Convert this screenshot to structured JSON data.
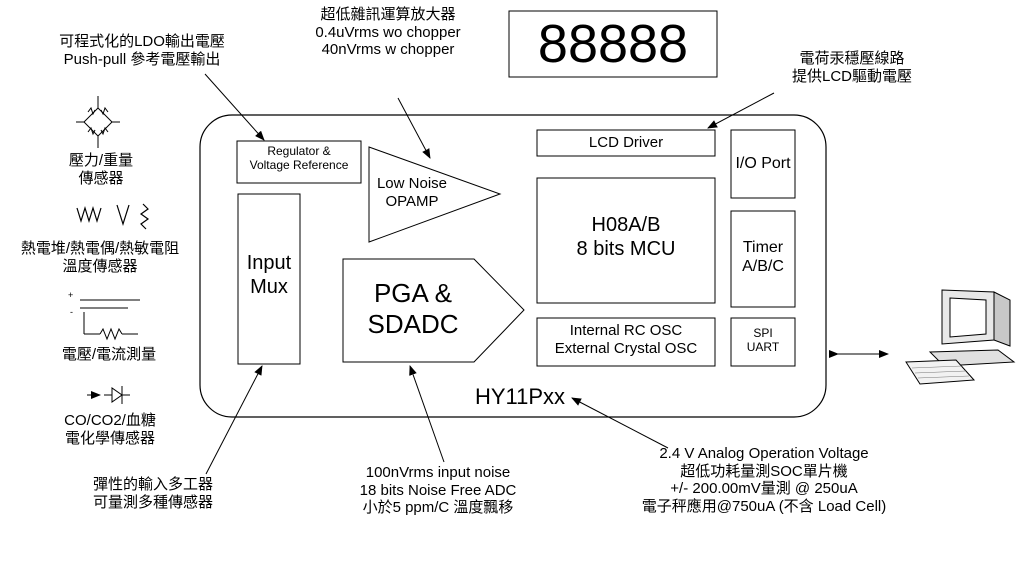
{
  "display": "88888",
  "chip": {
    "name": "HY11Pxx",
    "blocks": {
      "regulator": [
        "Regulator &",
        "Voltage Reference"
      ],
      "opamp": [
        "Low Noise",
        "OPAMP"
      ],
      "input_mux": [
        "Input",
        "Mux"
      ],
      "pga": [
        "PGA &",
        "SDADC"
      ],
      "lcd_driver": "LCD Driver",
      "mcu": [
        "H08A/B",
        "8 bits MCU"
      ],
      "osc": [
        "Internal RC OSC",
        "External Crystal OSC"
      ],
      "io_port": "I/O Port",
      "timer": [
        "Timer",
        "A/B/C"
      ],
      "spi": [
        "SPI",
        "UART"
      ]
    }
  },
  "annotations": {
    "ldo": [
      "可程式化的LDO輸出電壓",
      "Push-pull 參考電壓輸出"
    ],
    "opamp": [
      "超低雜訊運算放大器",
      "0.4uVrms wo chopper",
      "40nVrms w chopper"
    ],
    "charge_pump": [
      "電荷汞穩壓線路",
      "提供LCD驅動電壓"
    ],
    "mux": [
      "彈性的輸入多工器",
      "可量測多種傳感器"
    ],
    "adc": [
      "100nVrms input noise",
      "18 bits Noise Free ADC",
      "小於5 ppm/C 溫度飄移"
    ],
    "soc": [
      "2.4 V Analog Operation Voltage",
      "超低功耗量測SOC單片機",
      "+/- 200.00mV量測 @ 250uA",
      "電子秤應用@750uA (不含 Load Cell)"
    ]
  },
  "sensors": {
    "pressure": [
      "壓力/重量",
      "傳感器"
    ],
    "thermal": [
      "熱電堆/熱電偶/熱敏電阻",
      "溫度傳感器"
    ],
    "voltage": "電壓/電流測量",
    "chemical": [
      "CO/CO2/血糖",
      "電化學傳感器"
    ]
  }
}
